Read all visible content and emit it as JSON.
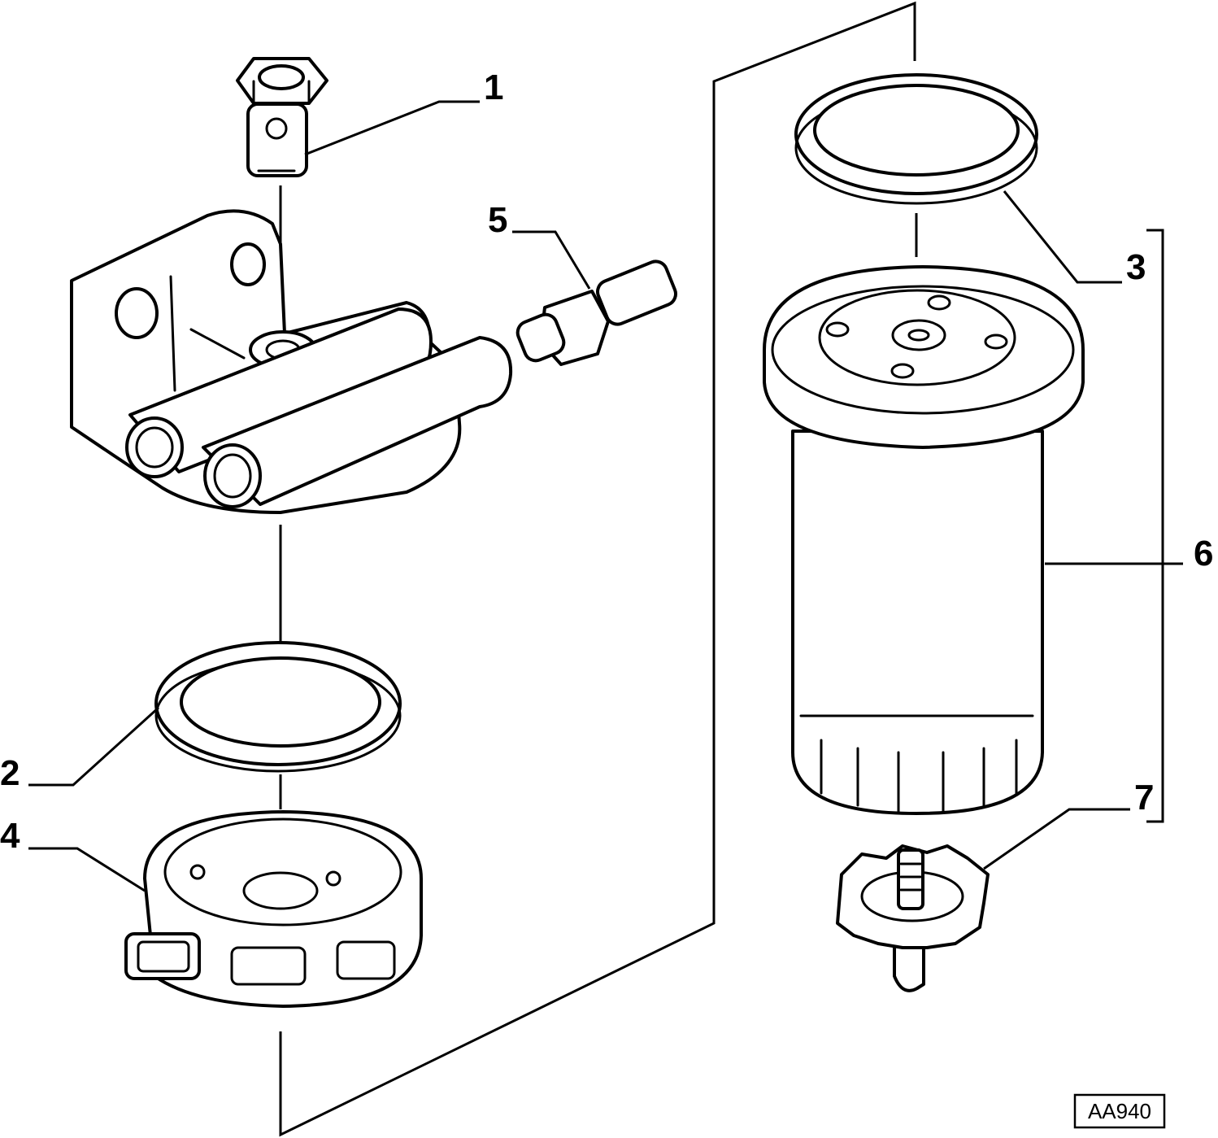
{
  "callouts": [
    {
      "id": "1",
      "text": "1"
    },
    {
      "id": "2",
      "text": "2"
    },
    {
      "id": "3",
      "text": "3"
    },
    {
      "id": "4",
      "text": "4"
    },
    {
      "id": "5",
      "text": "5"
    },
    {
      "id": "6",
      "text": "6"
    },
    {
      "id": "7",
      "text": "7"
    }
  ],
  "reference_code": "AA940",
  "colors": {
    "line": "#000000",
    "background": "#ffffff"
  }
}
